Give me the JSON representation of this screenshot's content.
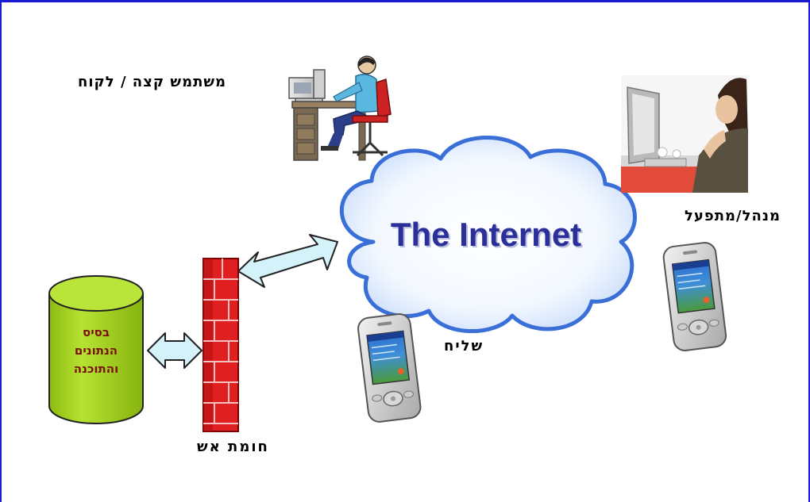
{
  "labels": {
    "end_user": "משתמש קצה / לקוח",
    "manager": "מנהל/מתפעל",
    "courier": "שליח",
    "firewall": "חומת אש",
    "database_lines": [
      "בסיס",
      "הנתונים",
      "והתוכנה"
    ]
  },
  "cloud": {
    "title": "The Internet"
  },
  "colors": {
    "frame": "#1a1ad0",
    "cloud_stroke": "#3a6fd8",
    "cloud_title": "#2a2f9a",
    "database_fill": "#a6d41c",
    "database_text": "#7a1010",
    "firewall_fill": "#e02020",
    "arrow_fill": "#d4f2fa"
  }
}
